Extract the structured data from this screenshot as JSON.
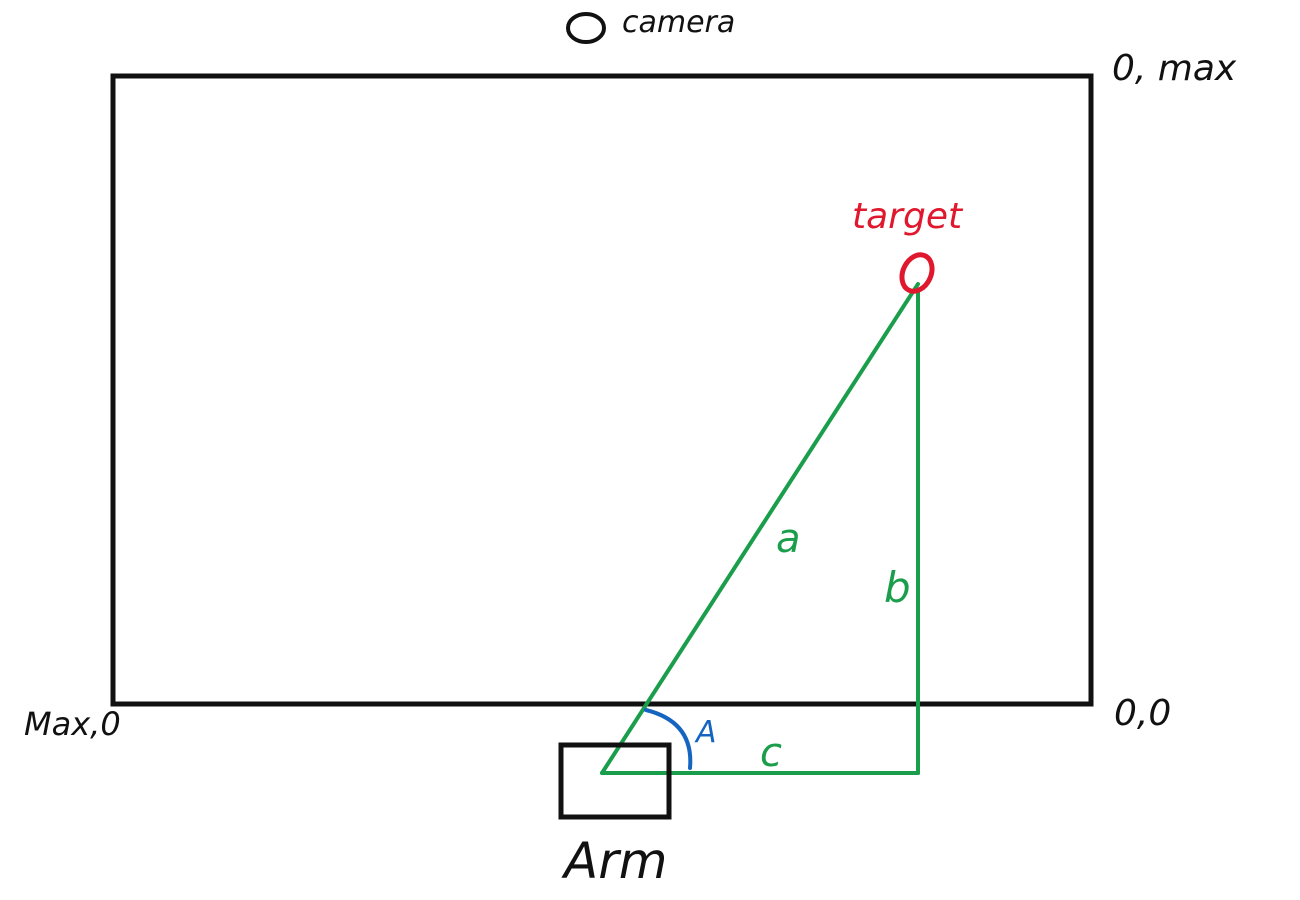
{
  "labels": {
    "camera": "camera",
    "top_right_corner": "0, max",
    "bottom_left_corner": "Max,0",
    "bottom_right_corner": "0,0",
    "target": "target",
    "side_a": "a",
    "side_b": "b",
    "side_c": "c",
    "angle_A": "A",
    "arm": "Arm"
  },
  "colors": {
    "frame": "#111111",
    "triangle": "#1a9e4b",
    "target": "#e0182d",
    "angle_arc": "#1565c0"
  }
}
